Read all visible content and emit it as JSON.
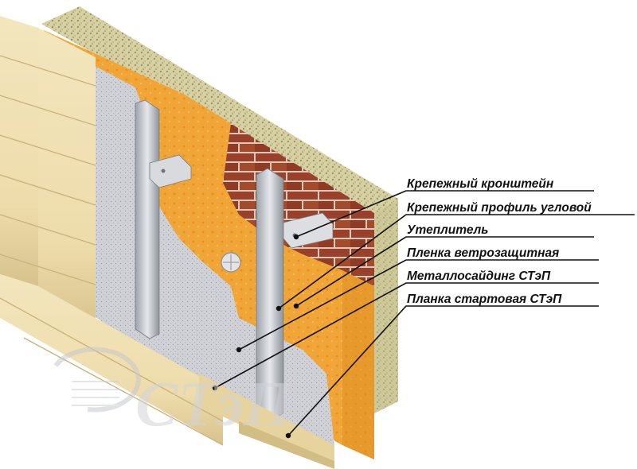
{
  "labels": [
    {
      "id": "bracket",
      "text": "Крепежный кронштейн"
    },
    {
      "id": "profile",
      "text": "Крепежный профиль угловой"
    },
    {
      "id": "insulation",
      "text": "Утеплитель"
    },
    {
      "id": "windproof-film",
      "text": "Пленка ветрозащитная"
    },
    {
      "id": "metal-siding",
      "text": "Металлосайдинг СТэП"
    },
    {
      "id": "starter-strip",
      "text": "Планка стартовая СТэП"
    }
  ],
  "logo": {
    "text": "СТэП"
  },
  "colors": {
    "concrete": "#d9d3a6",
    "brick": "#a9472e",
    "insulation": "#f0a73a",
    "film": "#c9ccd3",
    "siding": "#efe0b2",
    "metal": "#c8cbd0",
    "leader": "#111111"
  }
}
